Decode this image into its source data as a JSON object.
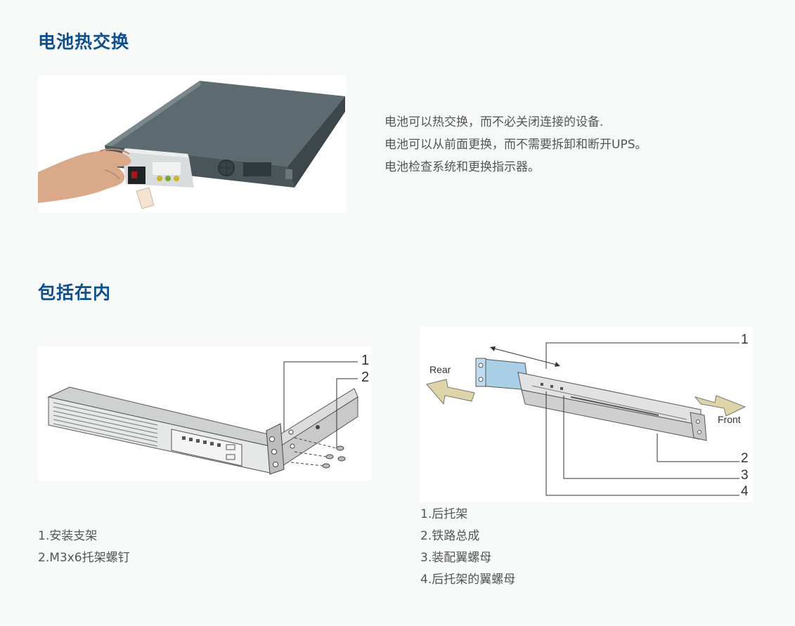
{
  "sections": {
    "hotswap": {
      "title": "电池热交换",
      "lines": [
        "电池可以热交换，而不必关闭连接的设备.",
        "电池可以从前面更换，而不需要拆卸和断开UPS。",
        "电池检查系统和更换指示器。"
      ]
    },
    "included": {
      "title": "包括在内",
      "bracket_legend": [
        "1.安装支架",
        "2.M3x6托架螺钉"
      ],
      "rail_legend": [
        "1.后托架",
        "2.铁路总成",
        "3.装配翼螺母",
        "4.后托架的翼螺母"
      ]
    }
  },
  "diagram_labels": {
    "bracket": [
      "1",
      "2"
    ],
    "rail": {
      "numbers": [
        "1",
        "2",
        "3",
        "4"
      ],
      "rear": "Rear",
      "front": "Front"
    }
  },
  "colors": {
    "title": "#0e4f8c",
    "text": "#555555",
    "background": "#f7f8f8"
  }
}
